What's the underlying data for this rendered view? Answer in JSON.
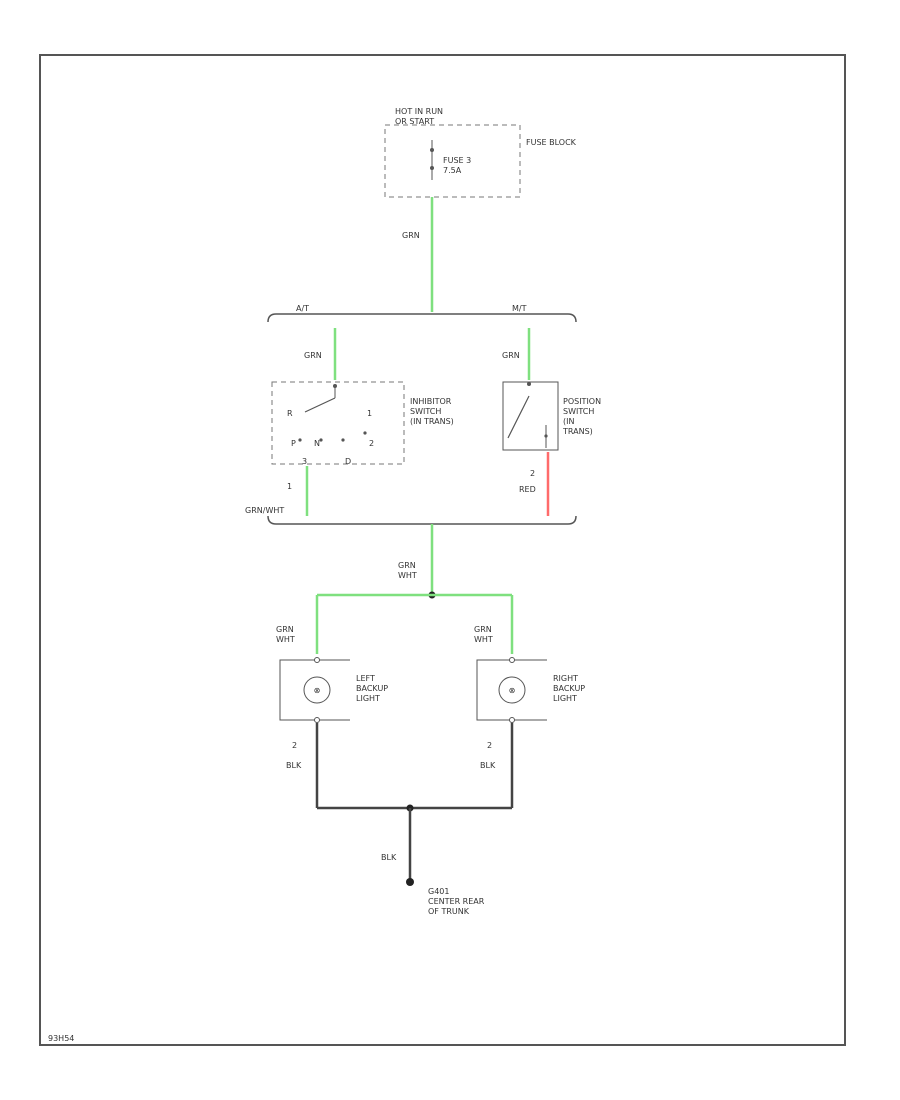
{
  "colors": {
    "wire_grn": "#7fe07f",
    "wire_red": "#ff6b6b",
    "wire_blk": "#444444",
    "outline": "#555555",
    "dashed": "#777777",
    "text": "#333333"
  },
  "fuse_block": {
    "header_line1": "HOT IN RUN",
    "header_line2": "OR START",
    "name": "FUSE BLOCK",
    "fuse_line1": "FUSE 3",
    "fuse_line2": "7.5A"
  },
  "wires": {
    "fuse_out": "GRN",
    "split_left_tag": "A/T",
    "split_right_tag": "M/T",
    "at_in": "GRN",
    "mt_in": "GRN",
    "at_out_pin": "1",
    "at_out": "GRN/WHT",
    "mt_out_pin": "2",
    "mt_out": "RED",
    "merge": "GRN\nWHT",
    "left_in": "GRN\nWHT",
    "right_in": "GRN\nWHT",
    "left_gnd_pin": "2",
    "left_gnd": "BLK",
    "right_gnd_pin": "2",
    "right_gnd": "BLK",
    "ground_wire": "BLK"
  },
  "inhibitor_switch": {
    "label_lines": [
      "INHIBITOR",
      "SWITCH",
      "(IN TRANS)"
    ],
    "pos_r": "R",
    "pos_p": "P",
    "pos_n": "N",
    "pos_1": "1",
    "pos_2": "2",
    "pos_d": "D",
    "pin_3": "3"
  },
  "position_switch": {
    "label_lines": [
      "POSITION",
      "SWITCH",
      "(IN",
      "TRANS)"
    ]
  },
  "left_light": {
    "label_lines": [
      "LEFT",
      "BACKUP",
      "LIGHT"
    ]
  },
  "right_light": {
    "label_lines": [
      "RIGHT",
      "BACKUP",
      "LIGHT"
    ]
  },
  "ground": {
    "label_lines": [
      "G401",
      "CENTER REAR",
      "OF TRUNK"
    ]
  },
  "footer_code": "93H54"
}
